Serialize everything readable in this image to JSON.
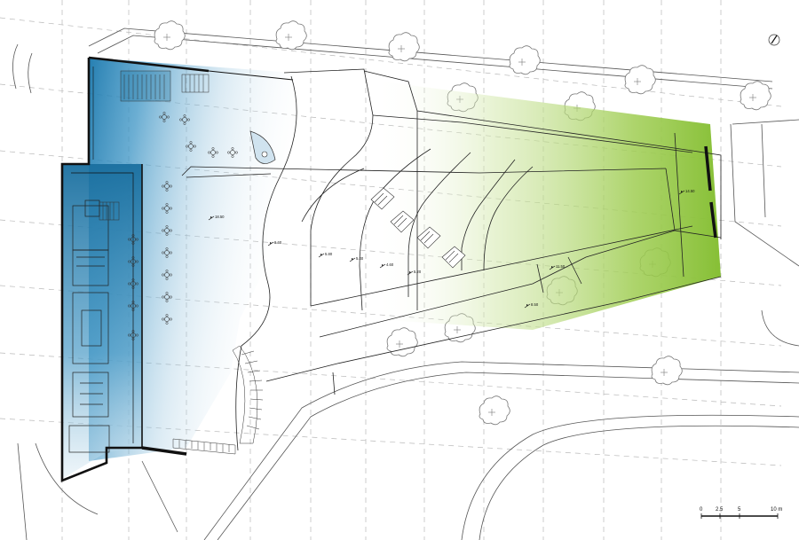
{
  "plan": {
    "elevation_labels": [
      "18.50",
      "9.60",
      "5.80",
      "5.40",
      "4.60",
      "5.20",
      "11.50",
      "8.50",
      "14.50"
    ],
    "scale_bar": {
      "ticks": [
        "0",
        "2.5",
        "5",
        "10 m"
      ]
    },
    "colors": {
      "blue": "#1f7fb4",
      "green": "#8ec43c",
      "line": "#222222",
      "light_line": "#888888",
      "wall": "#111111"
    },
    "icons": [
      "north-arrow-icon",
      "tree-icon",
      "table-chairs-icon",
      "staircase-icon"
    ]
  }
}
